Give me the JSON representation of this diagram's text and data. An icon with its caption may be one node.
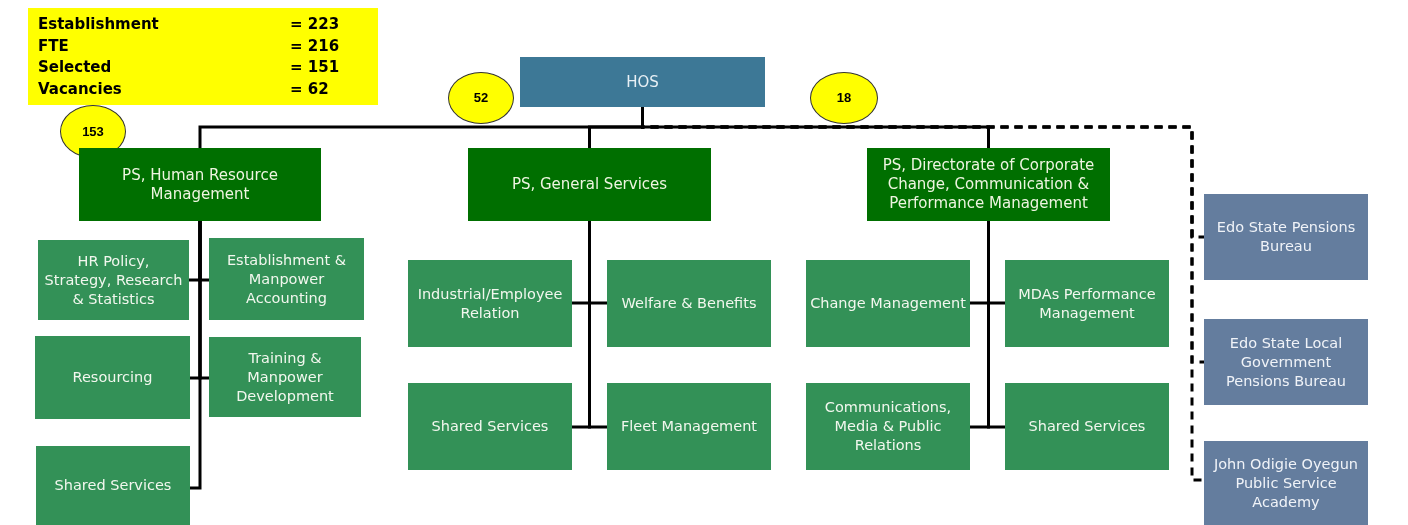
{
  "diagram": {
    "nodes": [
      {
        "text": [
          "Establishment",
          "= 223",
          "FTE",
          "= 216",
          "Selected",
          "= 151",
          "Vacancies",
          "= 62"
        ]
      },
      {
        "text": [
          "HOS"
        ]
      },
      {
        "text": [
          "153"
        ]
      },
      {
        "text": [
          "PS, Human Resource Management"
        ]
      },
      {
        "text": [
          "52"
        ]
      },
      {
        "text": [
          "PS, General Services"
        ]
      },
      {
        "text": [
          "18"
        ]
      },
      {
        "text": [
          "PS, Directorate of Corporate Change, Communication & Performance Management"
        ]
      },
      {
        "text": [
          "HR Policy, Strategy, Research & Statistics"
        ]
      },
      {
        "text": [
          "Establishment & Manpower Accounting"
        ]
      },
      {
        "text": [
          "Resourcing"
        ]
      },
      {
        "text": [
          "Training & Manpower Development"
        ]
      },
      {
        "text": [
          "Shared Services"
        ]
      },
      {
        "text": [
          "Industrial/Employee Relation"
        ]
      },
      {
        "text": [
          "Welfare & Benefits"
        ]
      },
      {
        "text": [
          "Shared Services"
        ]
      },
      {
        "text": [
          "Fleet Management"
        ]
      },
      {
        "text": [
          "Change Management"
        ]
      },
      {
        "text": [
          "MDAs Performance Management"
        ]
      },
      {
        "text": [
          "Communications, Media & Public Relations"
        ]
      },
      {
        "text": [
          "Shared Services"
        ]
      },
      {
        "text": [
          "Edo State Pensions Bureau"
        ]
      },
      {
        "text": [
          "Edo State Local Government Pensions Bureau"
        ]
      },
      {
        "text": [
          "John Odigie Oyegun Public Service Academy"
        ]
      }
    ],
    "edges": [
      {
        "from": 1,
        "to": 3,
        "arrow": "none"
      },
      {
        "from": 1,
        "to": 5,
        "arrow": "none"
      },
      {
        "from": 1,
        "to": 7,
        "arrow": "none"
      },
      {
        "from": 1,
        "to": 21,
        "arrow": "none",
        "style": "dashed"
      },
      {
        "from": 1,
        "to": 22,
        "arrow": "none",
        "style": "dashed"
      },
      {
        "from": 1,
        "to": 23,
        "arrow": "none",
        "style": "dashed"
      },
      {
        "from": 3,
        "to": 8,
        "arrow": "none"
      },
      {
        "from": 3,
        "to": 9,
        "arrow": "none"
      },
      {
        "from": 3,
        "to": 10,
        "arrow": "none"
      },
      {
        "from": 3,
        "to": 11,
        "arrow": "none"
      },
      {
        "from": 3,
        "to": 12,
        "arrow": "none"
      },
      {
        "from": 5,
        "to": 13,
        "arrow": "none"
      },
      {
        "from": 5,
        "to": 14,
        "arrow": "none"
      },
      {
        "from": 5,
        "to": 15,
        "arrow": "none"
      },
      {
        "from": 5,
        "to": 16,
        "arrow": "none"
      },
      {
        "from": 7,
        "to": 17,
        "arrow": "none"
      },
      {
        "from": 7,
        "to": 18,
        "arrow": "none"
      },
      {
        "from": 7,
        "to": 19,
        "arrow": "none"
      },
      {
        "from": 7,
        "to": 20,
        "arrow": "none"
      }
    ]
  }
}
